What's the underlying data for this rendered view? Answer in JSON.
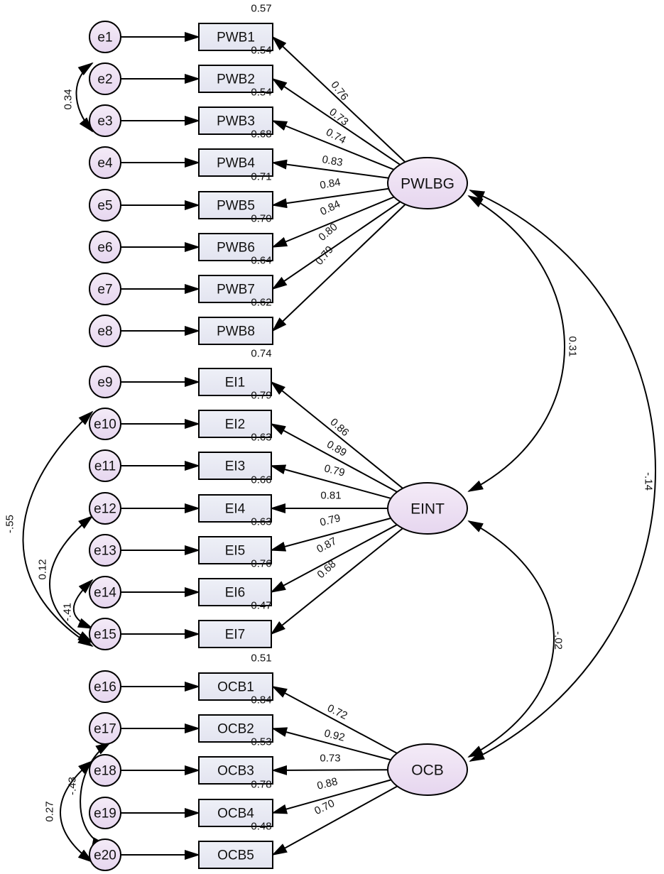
{
  "errors": [
    "e1",
    "e2",
    "e3",
    "e4",
    "e5",
    "e6",
    "e7",
    "e8",
    "e9",
    "e10",
    "e11",
    "e12",
    "e13",
    "e14",
    "e15",
    "e16",
    "e17",
    "e18",
    "e19",
    "e20"
  ],
  "indicators": [
    "PWB1",
    "PWB2",
    "PWB3",
    "PWB4",
    "PWB5",
    "PWB6",
    "PWB7",
    "PWB8",
    "EI1",
    "EI2",
    "EI3",
    "EI4",
    "EI5",
    "EI6",
    "EI7",
    "OCB1",
    "OCB2",
    "OCB3",
    "OCB4",
    "OCB5"
  ],
  "r_squared": [
    "0.57",
    "0.54",
    "0.54",
    "0.68",
    "0.71",
    "0.70",
    "0.64",
    "0.62",
    "0.74",
    "0.79",
    "0.63",
    "0.66",
    "0.63",
    "0.76",
    "0.47",
    "0.51",
    "0.84",
    "0.53",
    "0.78",
    "0.48"
  ],
  "latents": [
    {
      "name": "PWLBG",
      "loadings": [
        "0.76",
        "0.73",
        "0.74",
        "0.83",
        "0.84",
        "0.84",
        "0.80",
        "0.79"
      ]
    },
    {
      "name": "EINT",
      "loadings": [
        "0.86",
        "0.89",
        "0.79",
        "0.81",
        "0.79",
        "0.87",
        "0.68"
      ]
    },
    {
      "name": "OCB",
      "loadings": [
        "0.72",
        "0.92",
        "0.73",
        "0.88",
        "0.70"
      ]
    }
  ],
  "latent_covariances": {
    "pwlbg_eint": "0.31",
    "eint_ocb": "-.02",
    "pwlbg_ocb": "-.14"
  },
  "error_covariances": {
    "e2_e3": "0.34",
    "e10_e15": "-.55",
    "e12_e15": "0.12",
    "e14_e15": "-.41",
    "e18_e20": "0.27",
    "e17_e19": "-.43"
  },
  "colors": {
    "node_fill_top": "#f4ebf7",
    "node_fill_bottom": "#e6d6ef",
    "stroke": "#000000"
  }
}
